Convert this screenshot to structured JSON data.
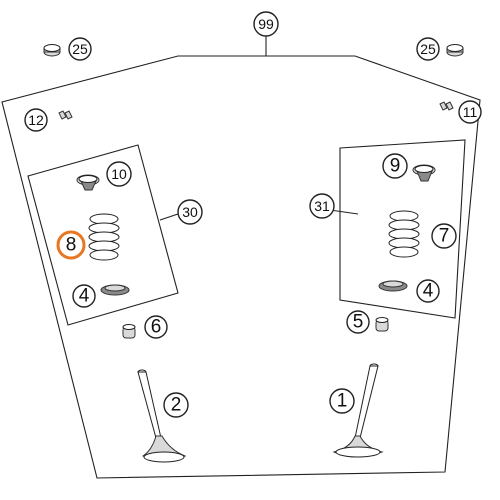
{
  "callouts": {
    "c99": "99",
    "c25_left": "25",
    "c25_right": "25",
    "c12": "12",
    "c11": "11",
    "c10": "10",
    "c30": "30",
    "c8": "8",
    "c4_left": "4",
    "c6": "6",
    "c2": "2",
    "c9": "9",
    "c31": "31",
    "c7": "7",
    "c4_right": "4",
    "c5": "5",
    "c1": "1"
  },
  "highlighted_callout": "8",
  "colors": {
    "highlight": "#e87722",
    "line": "#222222",
    "part_fill": "#d9d9d9"
  }
}
